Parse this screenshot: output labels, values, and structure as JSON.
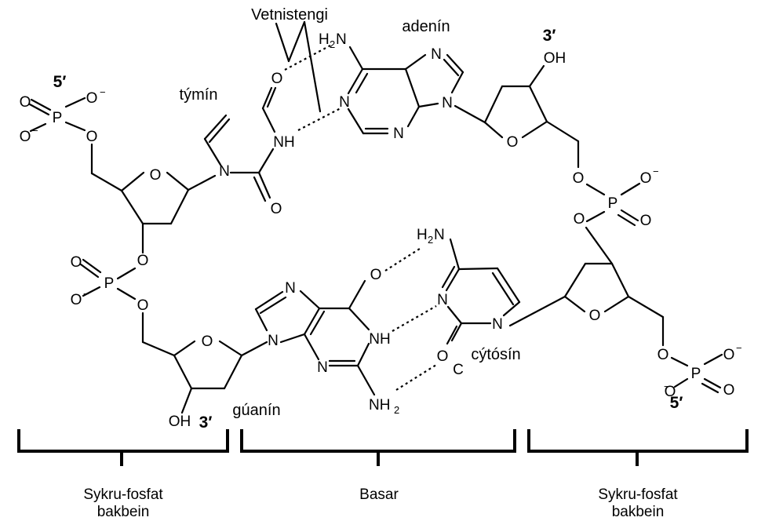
{
  "labels": {
    "hydrogen_bonds": "Vetnistengi",
    "adenine": "adenín",
    "thymine": "týmín",
    "guanine": "gúanín",
    "cytosine": "cýtósín",
    "stray_c": "C"
  },
  "ends": {
    "top_left": "5′",
    "top_right": "3′",
    "bottom_left": "3′",
    "bottom_right": "5′"
  },
  "atoms": {
    "O": "O",
    "P": "P",
    "N": "N",
    "NH": "NH",
    "OH": "OH",
    "H": "H",
    "NH_prefix": "NH",
    "sub2": "2",
    "minus": "−"
  },
  "captions": {
    "left_line1": "Sykru-fosfat",
    "left_line2": "bakbein",
    "middle": "Basar",
    "right_line1": "Sykru-fosfat",
    "right_line2": "bakbein"
  }
}
